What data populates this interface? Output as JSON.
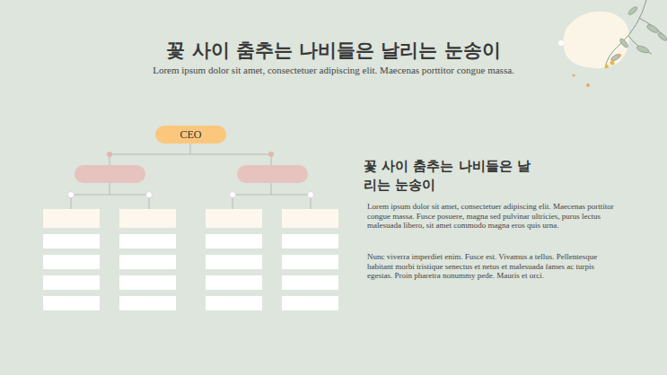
{
  "diagram": {
    "title": "꽃 사이 춤추는 나비들은 날리는 눈송이",
    "nodes": [
      {
        "text": [
          "CEO"
        ]
      }
    ],
    "labels": [
      "Lorem ipsum dolor sit amet, consectetuer adipiscing elit. Maecenas porttitor congue massa.",
      "꽃 사이 춤추는 나비들은 날리는 눈송이",
      "Lorem ipsum dolor sit amet, consectetuer adipiscing elit. Maecenas porttitor congue massa. Fusce posuere, magna sed pulvinar ultricies, purus lectus malesuada libero, sit amet commodo magna eros quis urna.",
      "Nunc viverra imperdiet enim. Fusce est. Vivamus a tellus. Pellentesque habitant morbi tristique senectus et netus et malesuada fames ac turpis egestas. Proin pharetra nonummy pede. Mauris et orci."
    ]
  }
}
